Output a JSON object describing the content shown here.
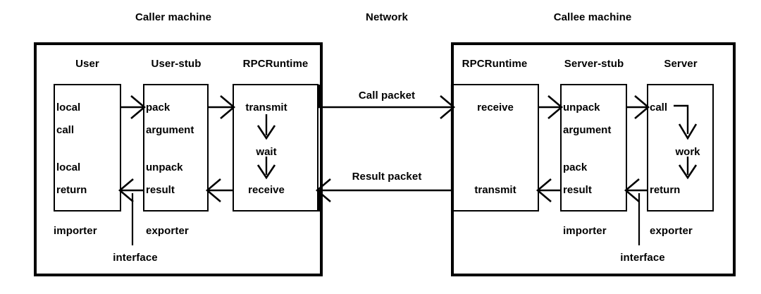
{
  "diagram": {
    "title_caller": "Caller machine",
    "title_network": "Network",
    "title_callee": "Callee machine",
    "colors": {
      "ink": "#000000",
      "paper": "#ffffff"
    }
  },
  "caller": {
    "machine_label": "Caller machine",
    "columns": [
      {
        "header": "User",
        "lines": [
          "local",
          "call",
          "local",
          "return"
        ]
      },
      {
        "header": "User-stub",
        "lines": [
          "pack",
          "argument",
          "unpack",
          "result"
        ]
      },
      {
        "header": "RPCRuntime",
        "lines": [
          "transmit",
          "wait",
          "receive"
        ]
      }
    ],
    "annotations": {
      "importer": "importer",
      "exporter": "exporter",
      "interface": "interface"
    }
  },
  "network": {
    "label": "Network",
    "messages": [
      {
        "name": "call-packet",
        "label": "Call packet",
        "direction": "right"
      },
      {
        "name": "result-packet",
        "label": "Result packet",
        "direction": "left"
      }
    ]
  },
  "callee": {
    "machine_label": "Callee machine",
    "columns": [
      {
        "header": "RPCRuntime",
        "lines": [
          "receive",
          "transmit"
        ]
      },
      {
        "header": "Server-stub",
        "lines": [
          "unpack",
          "argument",
          "pack",
          "result"
        ]
      },
      {
        "header": "Server",
        "lines": [
          "call",
          "work",
          "return"
        ]
      }
    ],
    "annotations": {
      "importer": "importer",
      "exporter": "exporter",
      "interface": "interface"
    }
  }
}
